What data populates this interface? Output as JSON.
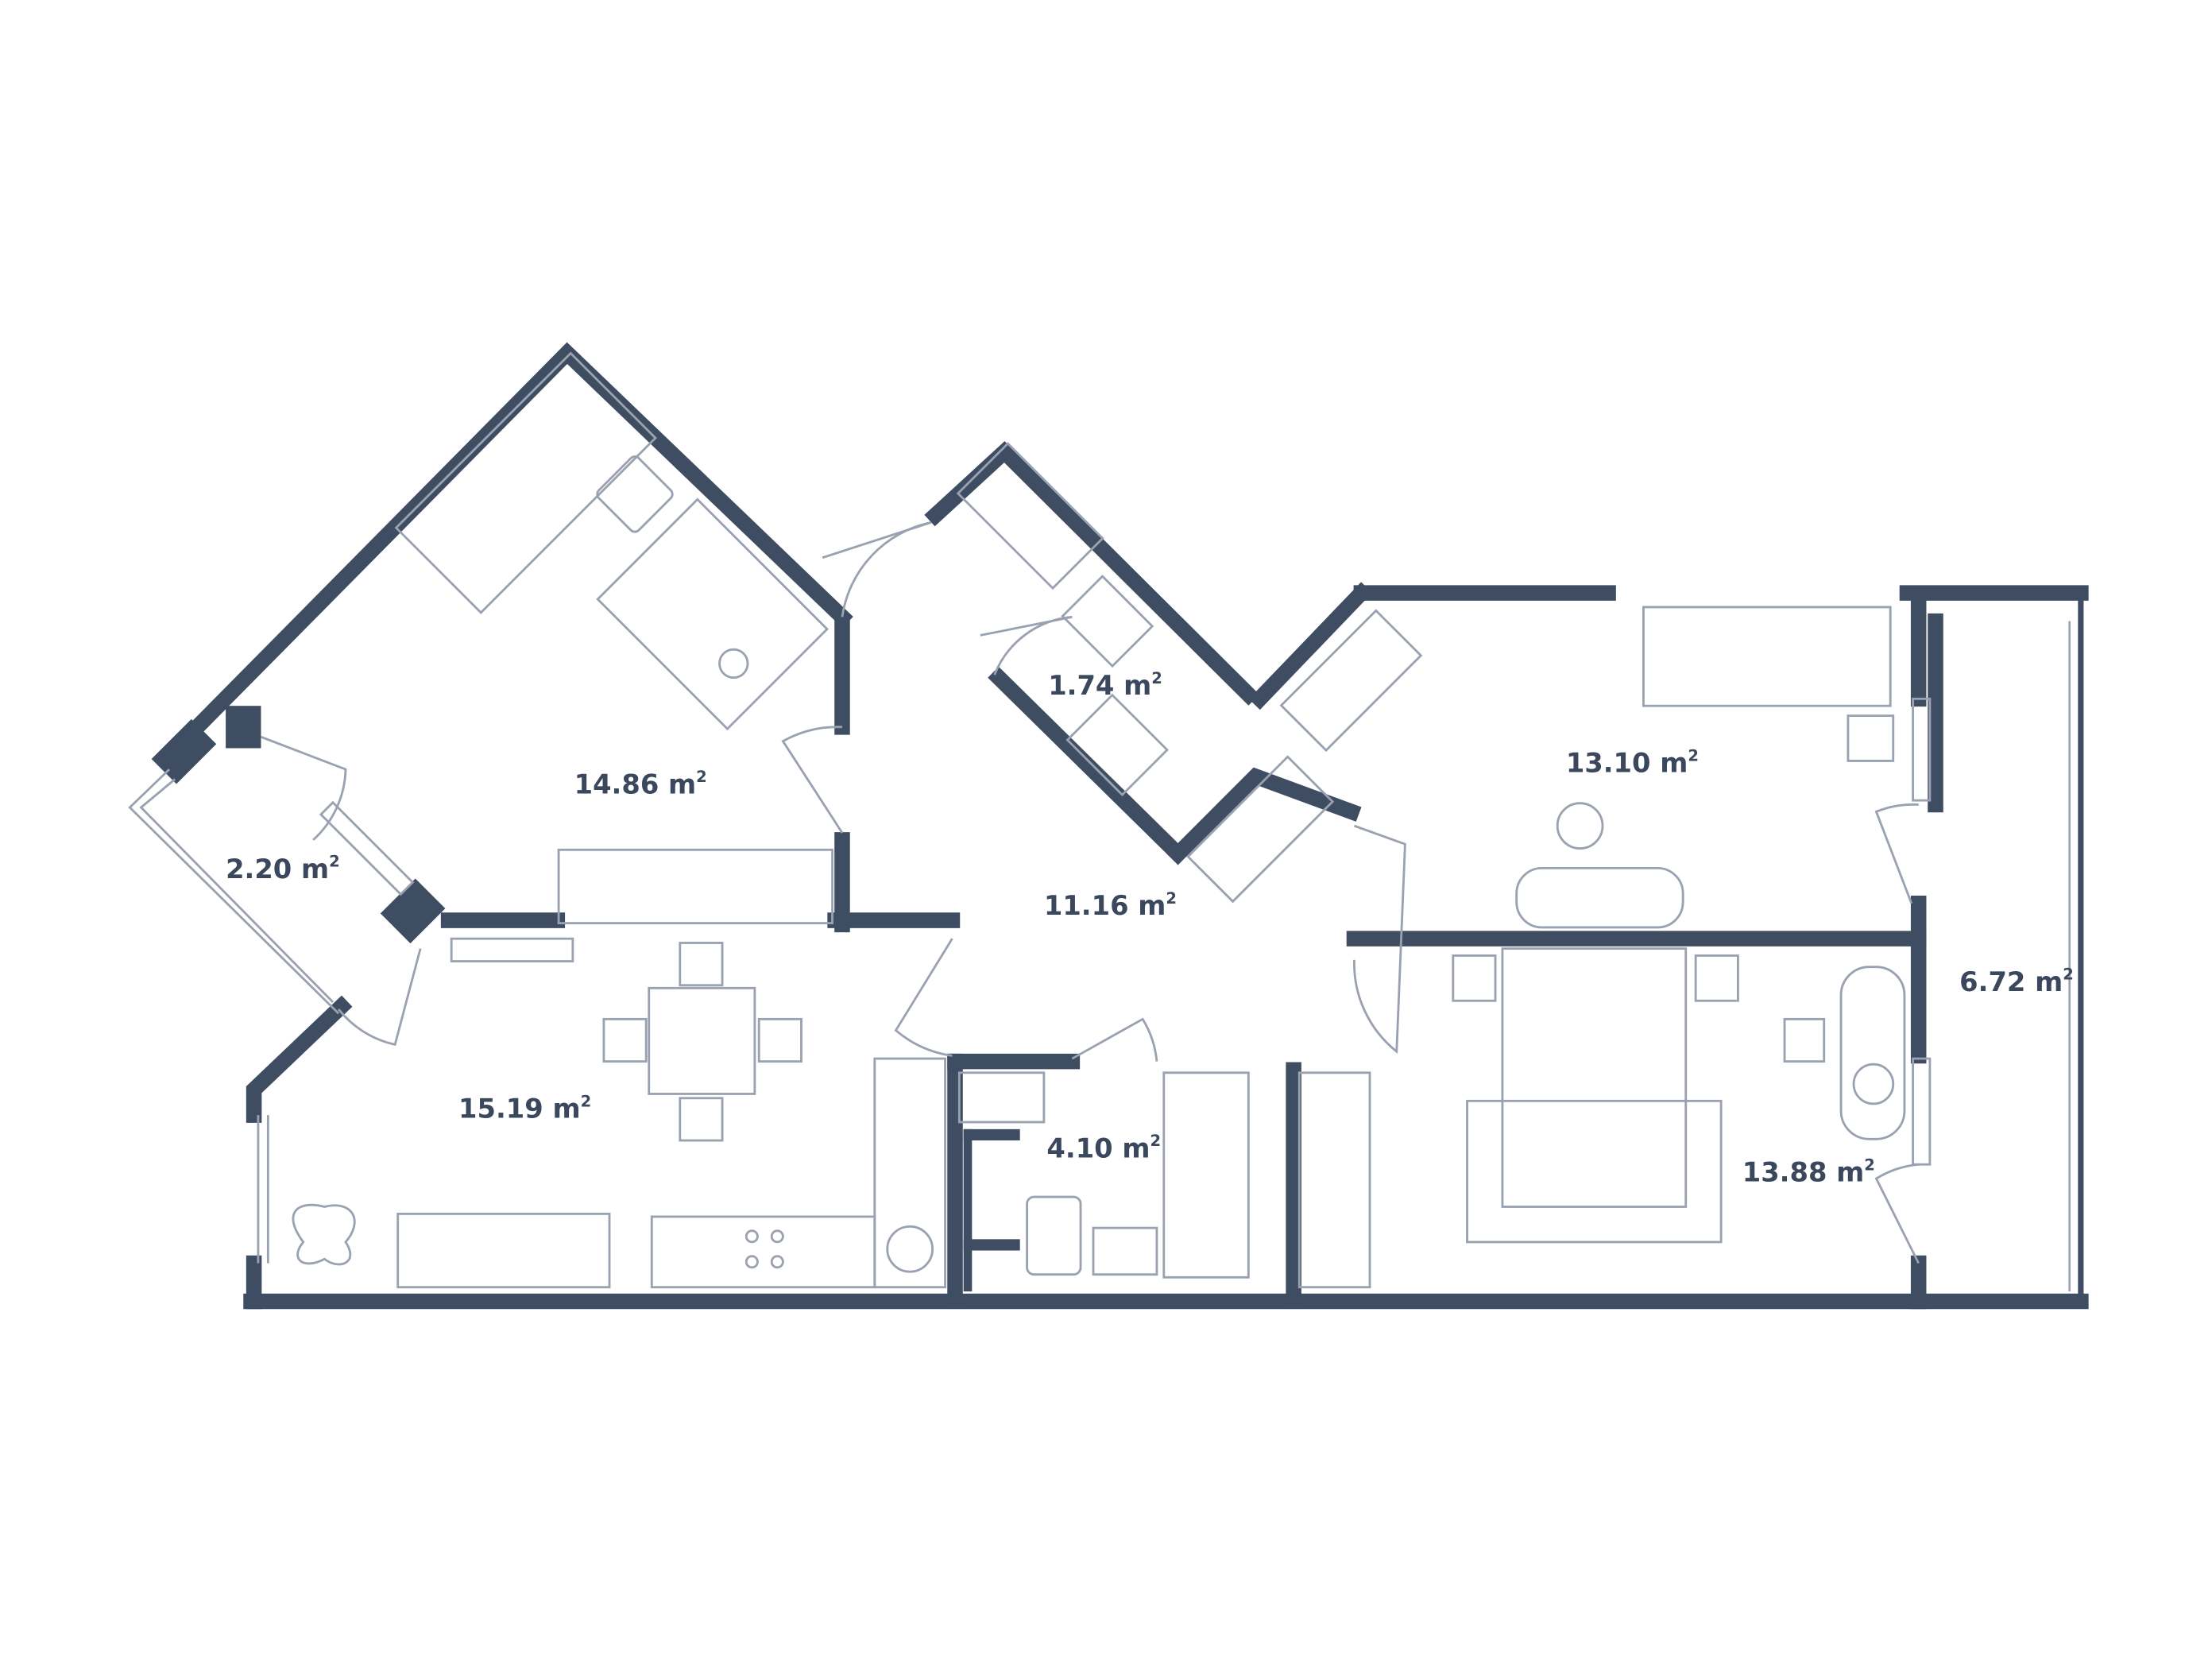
{
  "plan": {
    "rooms": [
      {
        "id": "bedroom-left",
        "area": "14.86",
        "unit": "m",
        "exp": "2"
      },
      {
        "id": "balcony-small",
        "area": "2.20",
        "unit": "m",
        "exp": "2"
      },
      {
        "id": "kitchen-living",
        "area": "15.19",
        "unit": "m",
        "exp": "2"
      },
      {
        "id": "closet",
        "area": "1.74",
        "unit": "m",
        "exp": "2"
      },
      {
        "id": "hallway",
        "area": "11.16",
        "unit": "m",
        "exp": "2"
      },
      {
        "id": "bathroom",
        "area": "4.10",
        "unit": "m",
        "exp": "2"
      },
      {
        "id": "bedroom-top-right",
        "area": "13.10",
        "unit": "m",
        "exp": "2"
      },
      {
        "id": "bedroom-bottom-right",
        "area": "13.88",
        "unit": "m",
        "exp": "2"
      },
      {
        "id": "loggia",
        "area": "6.72",
        "unit": "m",
        "exp": "2"
      }
    ],
    "colors": {
      "wall": "#3f4d63",
      "furniture": "#9aa2b1",
      "label": "#3a475c"
    }
  }
}
